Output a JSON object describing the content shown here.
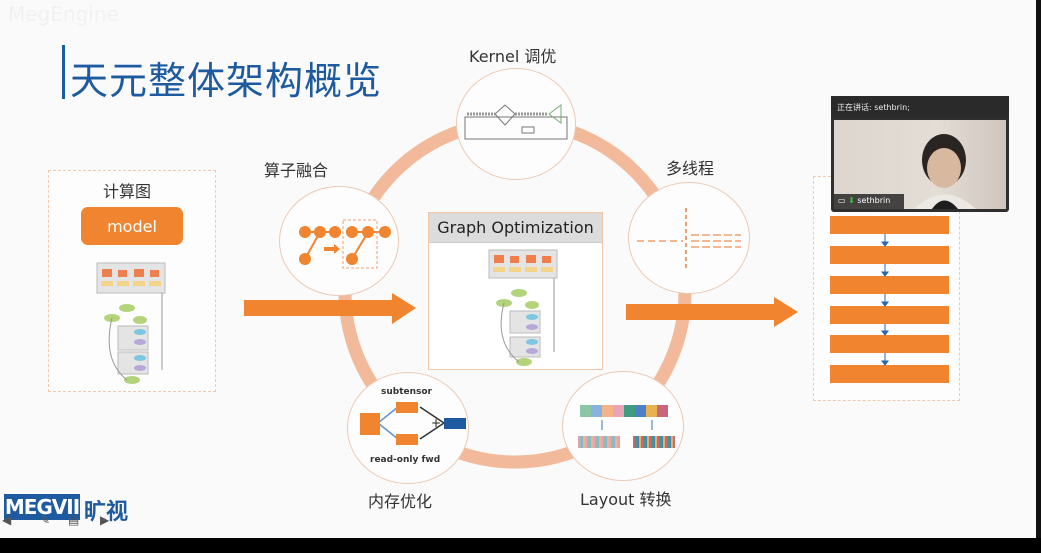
{
  "slide": {
    "faded_header": "MegEngine",
    "title": "天元整体架构概览",
    "left_panel": {
      "label": "计算图",
      "model_button": "model"
    },
    "center": {
      "title": "Graph Optimization"
    },
    "nodes": [
      {
        "label": "Kernel 调优",
        "icon": "kernel-diagram-icon"
      },
      {
        "label": "多线程",
        "icon": "multithread-arrows-icon"
      },
      {
        "label": "Layout 转换",
        "icon": "layout-colorblocks-icon"
      },
      {
        "label": "内存优化",
        "icon": "memory-subtensor-icon",
        "top_text": "subtensor",
        "bottom_text": "read-only fwd"
      },
      {
        "label": "算子融合",
        "icon": "operator-fusion-icon"
      }
    ],
    "right_panel": {
      "bar_count": 6
    },
    "logo": {
      "en": "MEGVII",
      "cn": "旷视"
    },
    "colors": {
      "accent": "#f0842f",
      "ring": "#f1b597",
      "brand_blue": "#1e5aa0"
    }
  },
  "video": {
    "header": "正在讲话: sethbrin;",
    "name": "sethbrin"
  }
}
